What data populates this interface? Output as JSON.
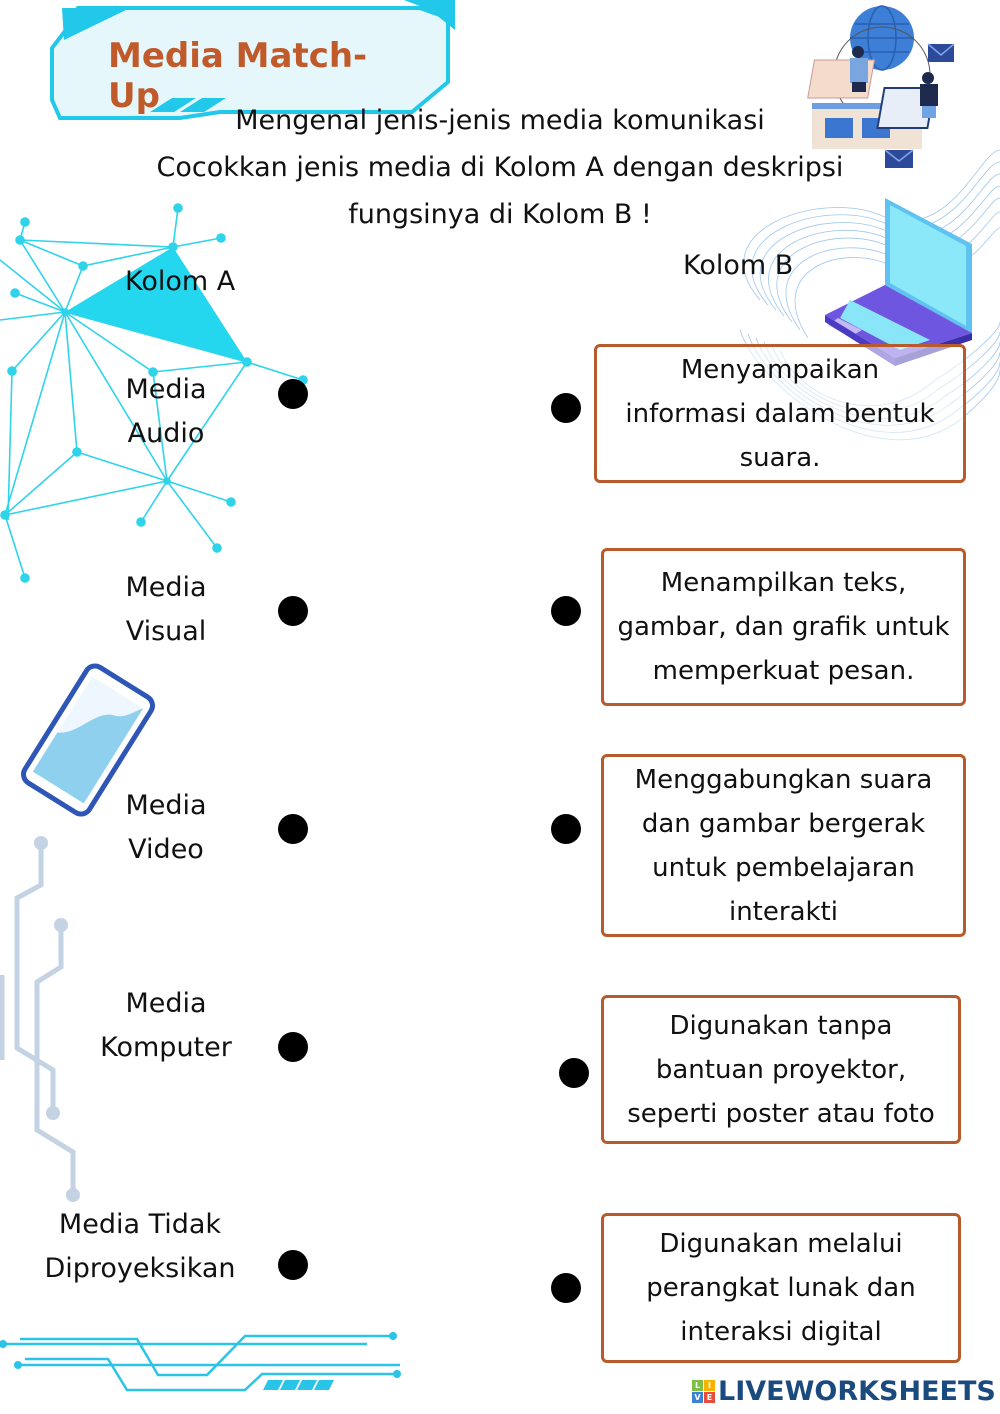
{
  "header": {
    "title": "Media Match-Up",
    "instructions": [
      "Mengenal jenis-jenis media komunikasi",
      "Cocokkan jenis media di Kolom A dengan deskripsi",
      "fungsinya di Kolom B !"
    ]
  },
  "columns": {
    "a_label": "Kolom A",
    "b_label": "Kolom B"
  },
  "column_a": [
    {
      "line1": "Media",
      "line2": "Audio"
    },
    {
      "line1": "Media",
      "line2": "Visual"
    },
    {
      "line1": "Media",
      "line2": "Video"
    },
    {
      "line1": "Media",
      "line2": "Komputer"
    },
    {
      "line1": "Media Tidak",
      "line2": "Diproyeksikan"
    }
  ],
  "column_b": [
    {
      "lines": [
        "Menyampaikan",
        "informasi dalam bentuk",
        "suara."
      ]
    },
    {
      "lines": [
        "Menampilkan teks,",
        "gambar, dan grafik untuk",
        "memperkuat pesan."
      ]
    },
    {
      "lines": [
        "Menggabungkan suara",
        "dan gambar bergerak",
        "untuk pembelajaran",
        "interakti"
      ]
    },
    {
      "lines": [
        "Digunakan tanpa",
        "bantuan proyektor,",
        "seperti poster atau foto"
      ]
    },
    {
      "lines": [
        "Digunakan melalui",
        "perangkat lunak dan",
        "interaksi digital"
      ]
    }
  ],
  "footer": {
    "logo_text": "LIVEWORKSHEETS",
    "logo_tiles": [
      "L",
      "I",
      "V",
      "E"
    ]
  },
  "colors": {
    "title": "#c05a2a",
    "box_border": "#b85b2c",
    "accent_cyan": "#22d3ee",
    "banner_fill": "#e6f7fb",
    "logo_blue": "#1a4a7e",
    "circuit_gray": "#c3d2e2"
  },
  "icons": [
    "title-banner",
    "network-graph",
    "people-globe-illustration",
    "laptop-illustration",
    "wave-lines",
    "smartphone-illustration",
    "circuit-lines",
    "footer-circuit-lines"
  ]
}
